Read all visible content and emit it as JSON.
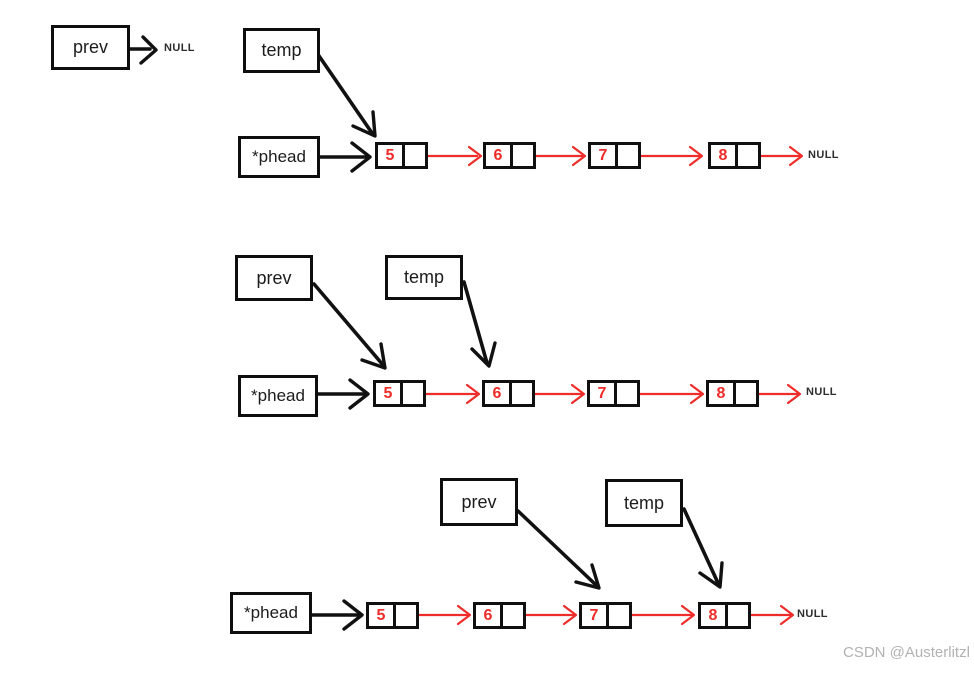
{
  "colors": {
    "accent_red": "#ee2c2a",
    "ink": "#111111",
    "watermark_gray": "#b2b2b2"
  },
  "watermark": "CSDN @Austerlitzl",
  "rows": [
    {
      "prev_label": "prev",
      "prev_null_label": "NULL",
      "temp_label": "temp",
      "phead_label": "*phead",
      "nodes": [
        "5",
        "6",
        "7",
        "8"
      ],
      "null_label": "NULL"
    },
    {
      "prev_label": "prev",
      "temp_label": "temp",
      "phead_label": "*phead",
      "nodes": [
        "5",
        "6",
        "7",
        "8"
      ],
      "null_label": "NULL"
    },
    {
      "prev_label": "prev",
      "temp_label": "temp",
      "phead_label": "*phead",
      "nodes": [
        "5",
        "6",
        "7",
        "8"
      ],
      "null_label": "NULL"
    }
  ]
}
